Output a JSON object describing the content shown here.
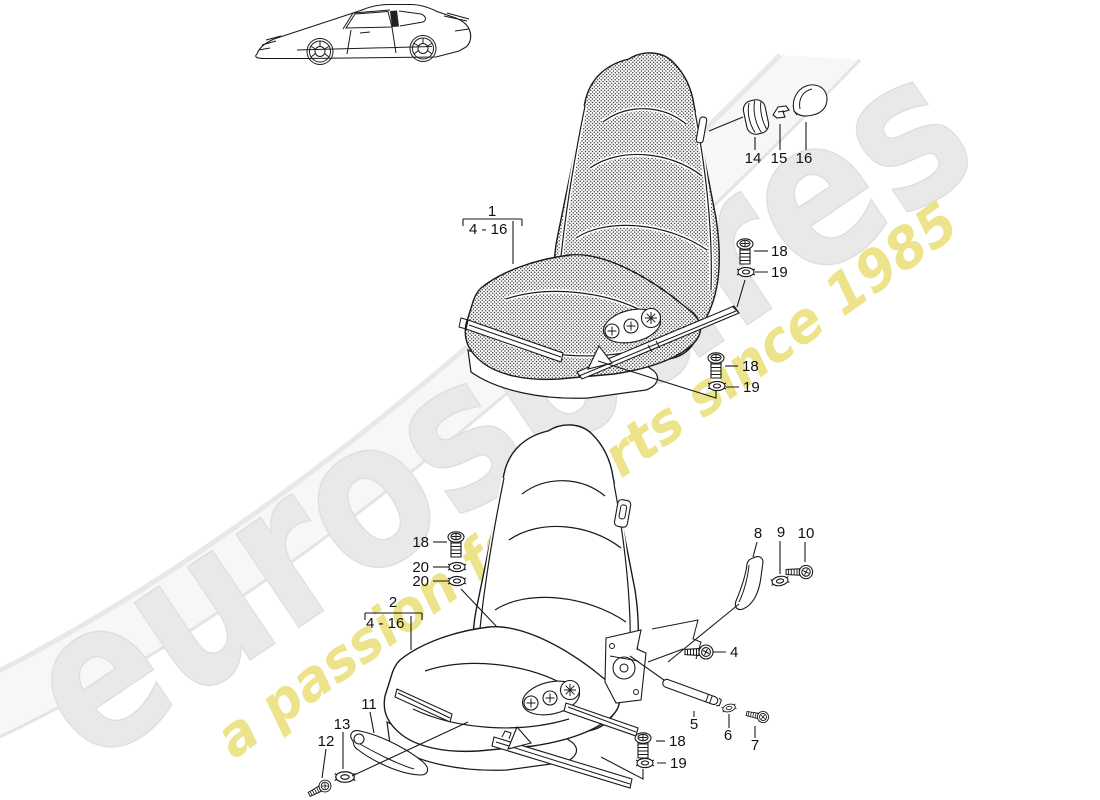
{
  "watermark": {
    "brand": "eurospares",
    "tagline": "a passion for parts since 1985",
    "brand_color": "#e9e9e9",
    "tagline_color": "#ece284"
  },
  "groups": {
    "group1": {
      "number": "1",
      "range": "4 - 16"
    },
    "group2": {
      "number": "2",
      "range": "4 - 16"
    }
  },
  "parts": {
    "p4": "4",
    "p5": "5",
    "p6": "6",
    "p7": "7",
    "p8": "8",
    "p9": "9",
    "p10": "10",
    "p11": "11",
    "p12": "12",
    "p13": "13",
    "p14": "14",
    "p15": "15",
    "p16": "16",
    "p18": "18",
    "p19": "19",
    "p20": "20"
  }
}
